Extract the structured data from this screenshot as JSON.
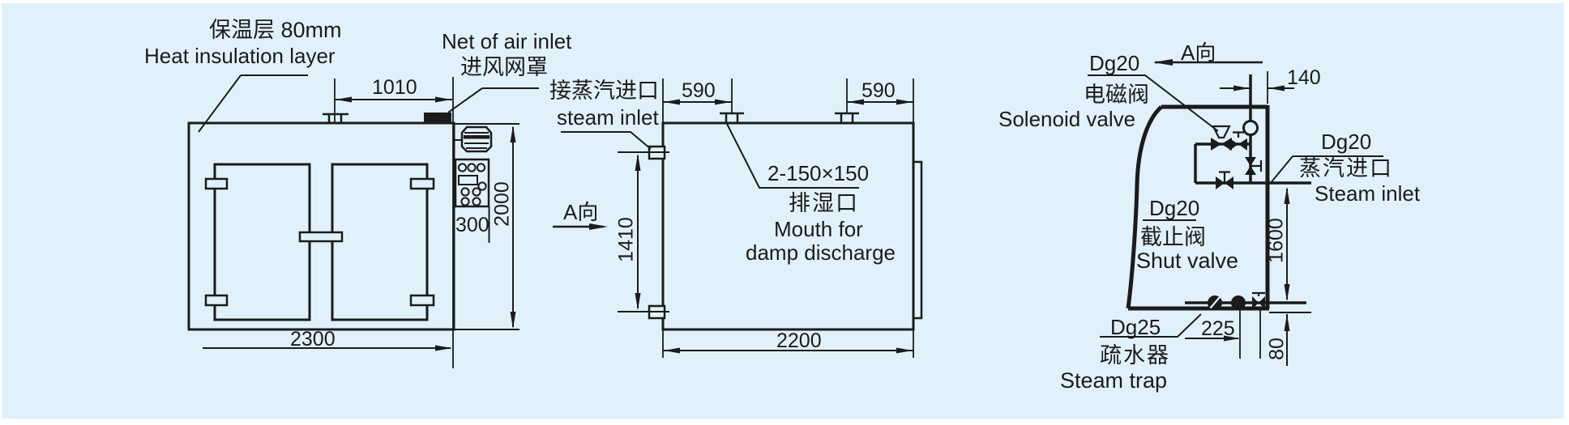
{
  "colors": {
    "panel_bg": "#e1f1fb",
    "line": "#1b1b1b"
  },
  "front_view": {
    "insulation_label_cn": "保温层 80mm",
    "insulation_label_en": "Heat insulation layer",
    "air_inlet_en": "Net of air inlet",
    "air_inlet_cn": "进风网罩",
    "dim_width_top": "1010",
    "dim_width_bottom": "2300",
    "dim_height": "2000",
    "dim_panel": "300"
  },
  "side_view": {
    "steam_inlet_cn": "接蒸汽进口",
    "steam_inlet_en": "steam inlet",
    "view_dir": "A向",
    "dim_590_left": "590",
    "dim_590_right": "590",
    "dim_1410": "1410",
    "dim_2200": "2200",
    "damp_size": "2-150×150",
    "damp_cn": "排湿口",
    "damp_en_1": "Mouth for",
    "damp_en_2": "damp discharge"
  },
  "piping_view": {
    "view_dir": "A向",
    "dim_140": "140",
    "dim_1600": "1600",
    "dim_225": "225",
    "dim_80": "80",
    "solenoid_size": "Dg20",
    "solenoid_cn": "电磁阀",
    "solenoid_en": "Solenoid valve",
    "steam_size": "Dg20",
    "steam_cn": "蒸汽进口",
    "steam_en": "Steam inlet",
    "shut_size": "Dg20",
    "shut_cn": "截止阀",
    "shut_en": "Shut valve",
    "trap_size": "Dg25",
    "trap_cn": "疏水器",
    "trap_en": "Steam trap"
  }
}
